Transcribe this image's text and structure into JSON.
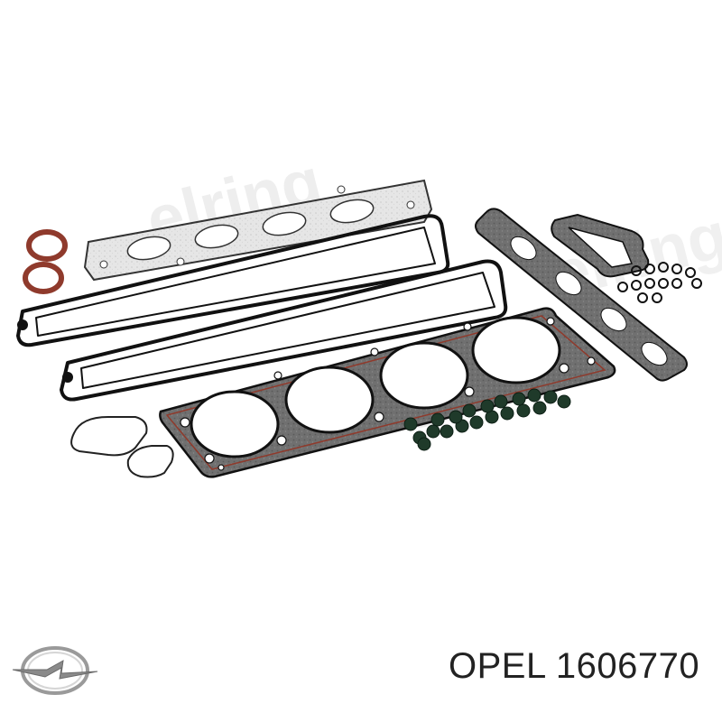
{
  "caption": {
    "brand": "OPEL",
    "part_number": "1606770"
  },
  "logo": {
    "icon": "opel-blitz-logo-icon"
  },
  "watermark": {
    "text": "elring"
  },
  "colors": {
    "gasket_outline": "#111111",
    "gasket_fill": "#6f6f6f",
    "seal_red": "#8f3a2c",
    "valve_seal_green": "#1f3a2a",
    "watermark": "#eeeeee"
  }
}
